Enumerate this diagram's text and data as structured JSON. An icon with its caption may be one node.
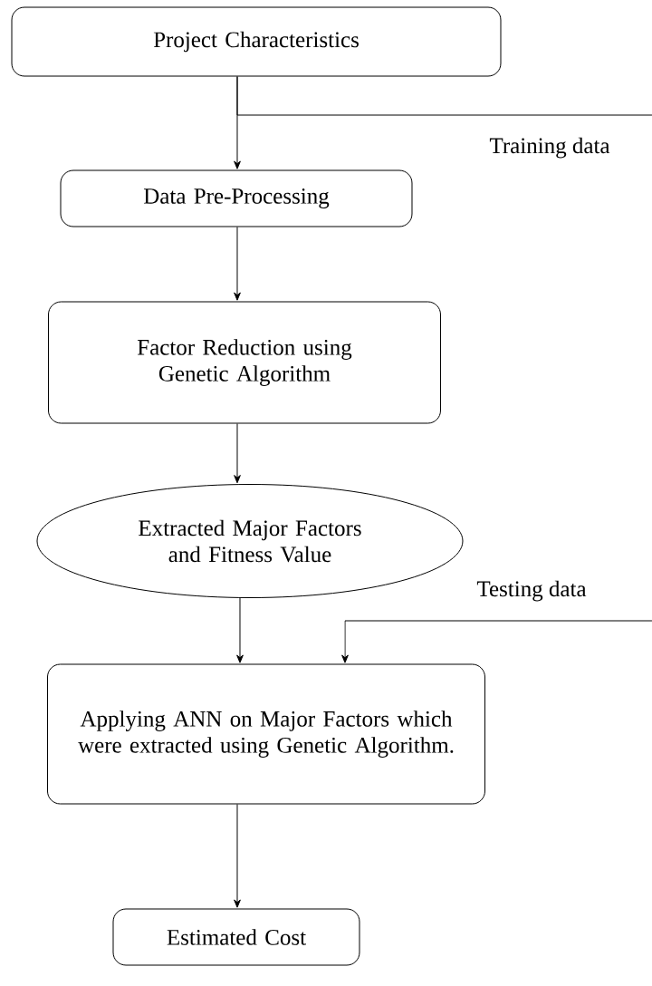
{
  "diagram": {
    "nodes": [
      {
        "text": [
          "Project Characteristics"
        ]
      },
      {
        "text": [
          "Data Pre-Processing"
        ]
      },
      {
        "text": [
          "Factor Reduction using Genetic Algorithm"
        ]
      },
      {
        "text": [
          "Extracted Major Factors and Fitness Value"
        ]
      },
      {
        "text": [
          "Applying ANN on Major Factors which were extracted using Genetic Algorithm."
        ]
      },
      {
        "text": [
          "Estimated Cost"
        ]
      }
    ],
    "edges": [
      {
        "from": 0,
        "to": 1,
        "arrow": "to"
      },
      {
        "from": 1,
        "to": 2,
        "arrow": "to"
      },
      {
        "from": 2,
        "to": 3,
        "arrow": "to"
      },
      {
        "from": 3,
        "to": 4,
        "arrow": "to"
      },
      {
        "from": 4,
        "to": 5,
        "arrow": "to"
      },
      {
        "from": 0,
        "to": null,
        "arrow": "none",
        "label": "Training data"
      },
      {
        "from": null,
        "to": 4,
        "arrow": "to",
        "label": "Testing data"
      }
    ]
  }
}
